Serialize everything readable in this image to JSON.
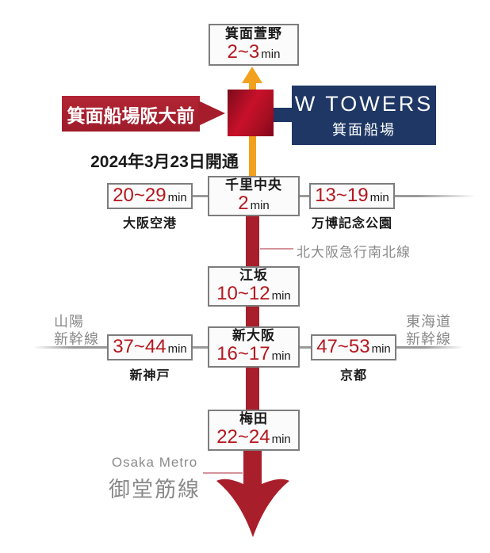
{
  "colors": {
    "crimson": "#a81f2b",
    "banner_red": "#b22534",
    "time_red": "#b5171f",
    "orange": "#f2a11e",
    "navy": "#1e3765",
    "gray_line": "#9a9a9a",
    "gray_text": "#8a8a8a"
  },
  "min_label": "min",
  "top_station": {
    "name": "箕面萱野",
    "time": "2~3"
  },
  "banner": {
    "label": "箕面船場阪大前"
  },
  "tower": {
    "title": "W TOWERS",
    "subtitle": "箕面船場"
  },
  "opening_date": "2024年3月23日開通",
  "row1": {
    "left": {
      "time": "20~29",
      "dest": "大阪空港"
    },
    "center": {
      "name": "千里中央",
      "time": "2"
    },
    "right": {
      "time": "13~19",
      "dest": "万博記念公園"
    }
  },
  "line1_name": "北大阪急行南北線",
  "esaka": {
    "name": "江坂",
    "time": "10~12"
  },
  "row2": {
    "left_label": {
      "line1": "山陽",
      "line2": "新幹線"
    },
    "left": {
      "time": "37~44",
      "dest": "新神戸"
    },
    "center": {
      "name": "新大阪",
      "time": "16~17"
    },
    "right": {
      "time": "47~53",
      "dest": "京都"
    },
    "right_label": {
      "line1": "東海道",
      "line2": "新幹線"
    }
  },
  "umeda": {
    "name": "梅田",
    "time": "22~24"
  },
  "metro": {
    "en": "Osaka Metro",
    "line": "御堂筋線"
  }
}
